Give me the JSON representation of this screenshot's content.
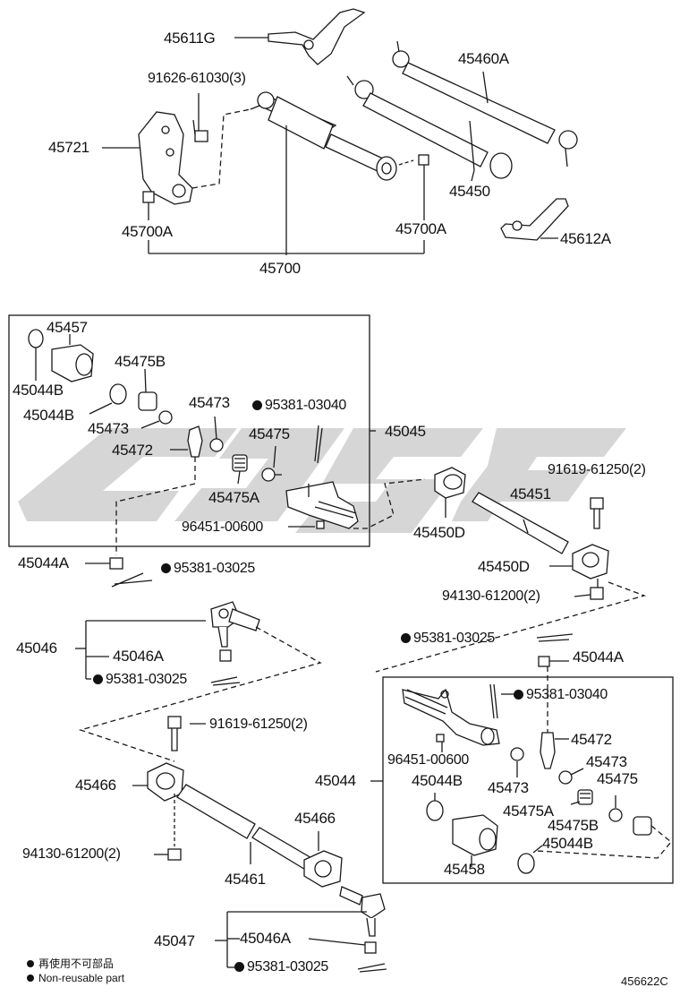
{
  "diagram": {
    "code": "456622C",
    "legend": {
      "line_jp": "再使用不可部品",
      "line_en": "Non-reusable part"
    },
    "labels": {
      "p45611G": "45611G",
      "p91626": "91626-61030(3)",
      "p45460A": "45460A",
      "p45721": "45721",
      "p45450_top": "45450",
      "p45700A_l": "45700A",
      "p45700A_r": "45700A",
      "p45612A": "45612A",
      "p45700": "45700",
      "p45457": "45457",
      "p45044B_1": "45044B",
      "p45475B_1": "45475B",
      "p45044B_2": "45044B",
      "p45473_1": "45473",
      "p45473_2": "45473",
      "p95381_03040_1": "95381-03040",
      "p45045": "45045",
      "p45475_1": "45475",
      "p45472_1": "45472",
      "p45475A_1": "45475A",
      "p96451_1": "96451-00600",
      "p45450D_1": "45450D",
      "p45451": "45451",
      "p91619_1": "91619-61250(2)",
      "p45450D_2": "45450D",
      "p45044A_1": "45044A",
      "p95381_03025_1": "95381-03025",
      "p94130_1": "94130-61200(2)",
      "p45046": "45046",
      "p45046A_1": "45046A",
      "p95381_03025_2": "95381-03025",
      "p95381_03025_3": "95381-03025",
      "p45044A_2": "45044A",
      "p91619_2": "91619-61250(2)",
      "p95381_03040_2": "95381-03040",
      "p45472_2": "45472",
      "p96451_2": "96451-00600",
      "p45473_3": "45473",
      "p45466_l": "45466",
      "p45044": "45044",
      "p45044B_3": "45044B",
      "p45473_4": "45473",
      "p45475_2": "45475",
      "p45475A_2": "45475A",
      "p45466_r": "45466",
      "p45475B_2": "45475B",
      "p45044B_4": "45044B",
      "p94130_2": "94130-61200(2)",
      "p45461": "45461",
      "p45458": "45458",
      "p45047": "45047",
      "p45046A_2": "45046A",
      "p95381_03025_4": "95381-03025"
    },
    "colors": {
      "line": "#1a1a1a",
      "watermark": "#cfcfcf",
      "part_fill": "#ffffff"
    }
  }
}
